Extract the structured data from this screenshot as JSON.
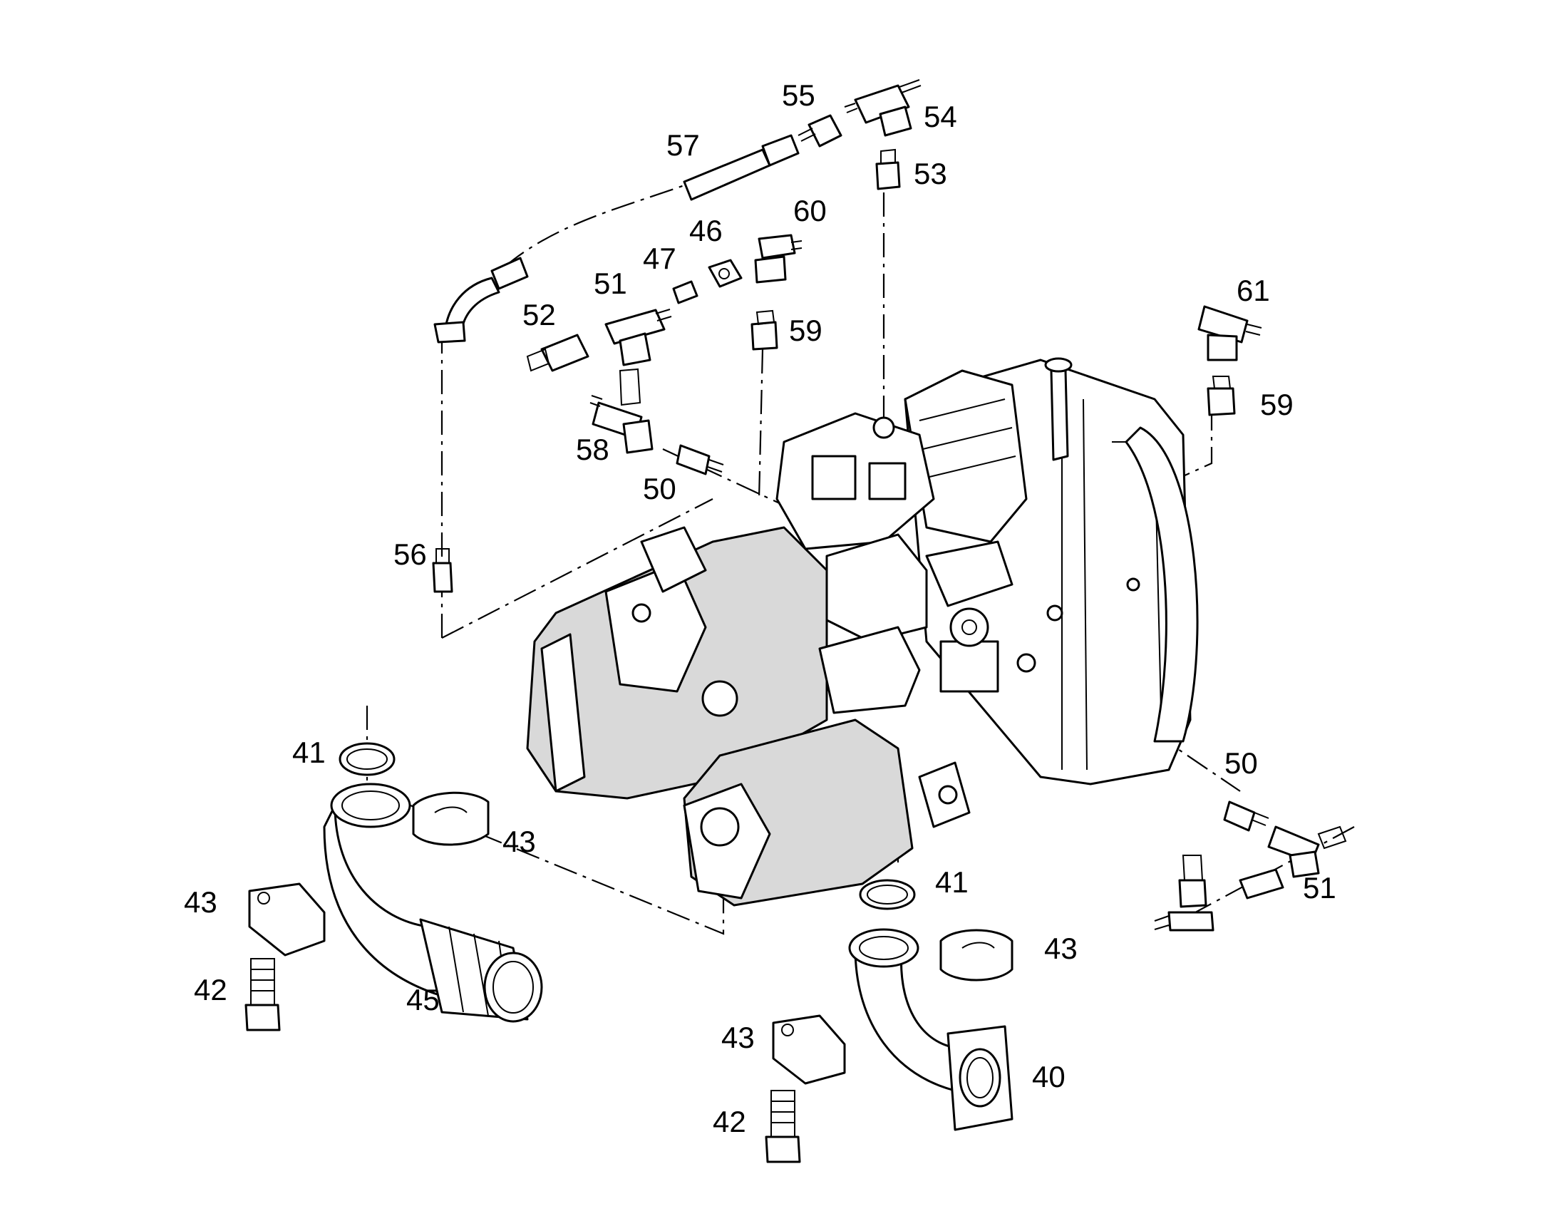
{
  "callouts": [
    {
      "id": "c55",
      "text": "55"
    },
    {
      "id": "c54",
      "text": "54"
    },
    {
      "id": "c57",
      "text": "57"
    },
    {
      "id": "c53",
      "text": "53"
    },
    {
      "id": "c60",
      "text": "60"
    },
    {
      "id": "c46",
      "text": "46"
    },
    {
      "id": "c47",
      "text": "47"
    },
    {
      "id": "c51a",
      "text": "51"
    },
    {
      "id": "c52",
      "text": "52"
    },
    {
      "id": "c59a",
      "text": "59"
    },
    {
      "id": "c61",
      "text": "61"
    },
    {
      "id": "c59b",
      "text": "59"
    },
    {
      "id": "c58",
      "text": "58"
    },
    {
      "id": "c50a",
      "text": "50"
    },
    {
      "id": "c56",
      "text": "56"
    },
    {
      "id": "c41a",
      "text": "41"
    },
    {
      "id": "c43a",
      "text": "43"
    },
    {
      "id": "c43b",
      "text": "43"
    },
    {
      "id": "c42a",
      "text": "42"
    },
    {
      "id": "c45",
      "text": "45"
    },
    {
      "id": "c50b",
      "text": "50"
    },
    {
      "id": "c51b",
      "text": "51"
    },
    {
      "id": "c41b",
      "text": "41"
    },
    {
      "id": "c43c",
      "text": "43"
    },
    {
      "id": "c43d",
      "text": "43"
    },
    {
      "id": "c40",
      "text": "40"
    },
    {
      "id": "c42b",
      "text": "42"
    }
  ]
}
